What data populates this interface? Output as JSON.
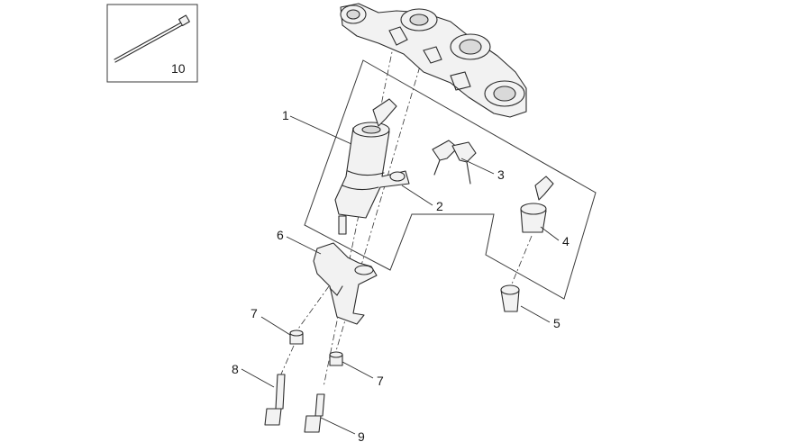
{
  "callouts": {
    "c1": "1",
    "c2": "2",
    "c3": "3",
    "c4": "4",
    "c5": "5",
    "c6": "6",
    "c7a": "7",
    "c7b": "7",
    "c8": "8",
    "c9": "9",
    "c10": "10"
  },
  "colors": {
    "line": "#2b2b2b",
    "part_fill": "#f2f2f2",
    "shade_fill": "#d9d9d9"
  }
}
